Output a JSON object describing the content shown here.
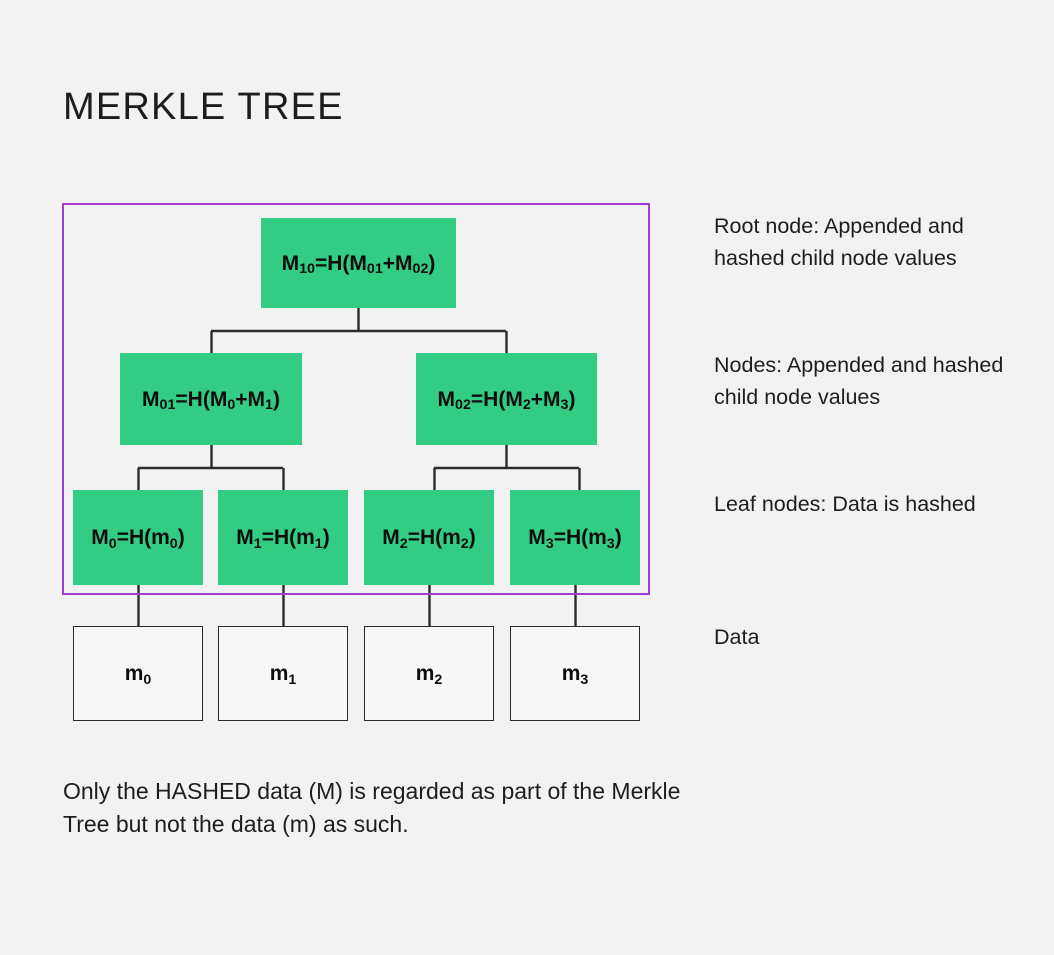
{
  "title": "MERKLE TREE",
  "colors": {
    "background": "#f2f2f2",
    "node_fill": "#33cc85",
    "boundary": "#a83bd1",
    "line": "#2b2b2b",
    "text": "#1d1d1d"
  },
  "tree": {
    "root": {
      "id": "M10",
      "label": "M10=H(M01+M02)",
      "base": "M",
      "sub": "10",
      "expr": "=H(M",
      "sub2": "01",
      "plus": "+M",
      "sub3": "02",
      "close": ")"
    },
    "level2": [
      {
        "id": "M01",
        "label": "M01=H(M0+M1)"
      },
      {
        "id": "M02",
        "label": "M02=H(M2+M3)"
      }
    ],
    "leaves": [
      {
        "id": "M0",
        "label": "M0=H(m0)"
      },
      {
        "id": "M1",
        "label": "M1=H(m1)"
      },
      {
        "id": "M2",
        "label": "M2=H(m2)"
      },
      {
        "id": "M3",
        "label": "M3=H(m3)"
      }
    ],
    "data_blocks": [
      {
        "id": "m0",
        "label": "m0"
      },
      {
        "id": "m1",
        "label": "m1"
      },
      {
        "id": "m2",
        "label": "m2"
      },
      {
        "id": "m3",
        "label": "m3"
      }
    ]
  },
  "legend": [
    {
      "key": "root",
      "text": "Root node: Appended and hashed child node values"
    },
    {
      "key": "nodes",
      "text": "Nodes: Appended and hashed child node values"
    },
    {
      "key": "leaf",
      "text": "Leaf nodes: Data is hashed"
    },
    {
      "key": "data",
      "text": "Data"
    }
  ],
  "caption": "Only the HASHED data (M) is regarded as part of the Merkle Tree but not the data (m) as such."
}
